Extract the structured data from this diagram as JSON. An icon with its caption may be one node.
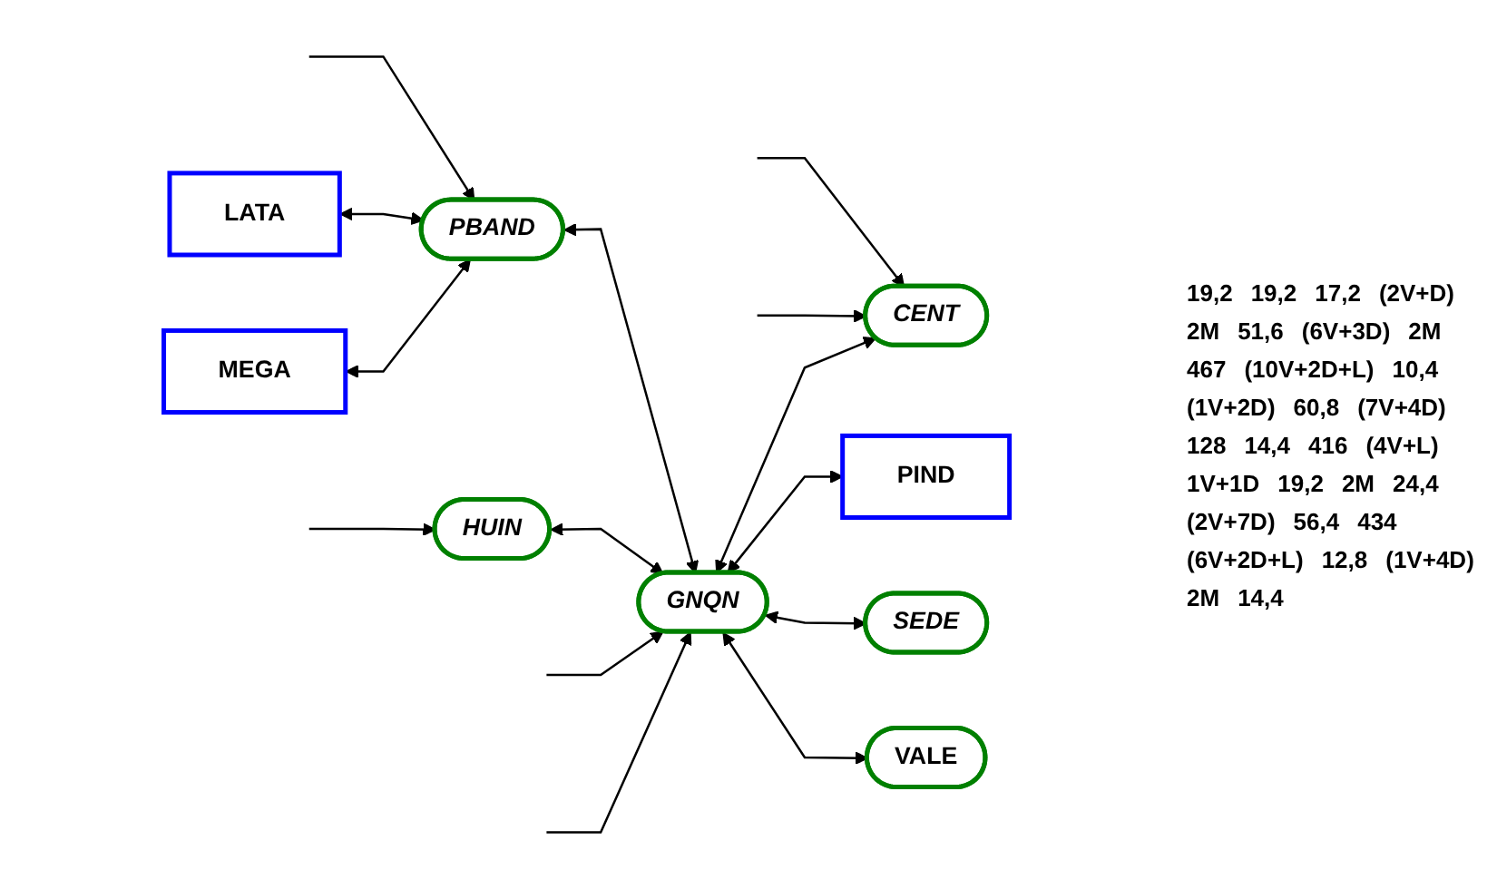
{
  "diagram": {
    "nodes": [
      {
        "text": [
          "LATA"
        ]
      },
      {
        "text": [
          "MEGA"
        ]
      },
      {
        "text": [
          "PBAND"
        ]
      },
      {
        "text": [
          "CENT"
        ]
      },
      {
        "text": [
          "HUIN"
        ]
      },
      {
        "text": [
          "GNQN"
        ]
      },
      {
        "text": [
          "PIND"
        ]
      },
      {
        "text": [
          "VALE"
        ]
      },
      {
        "text": [
          "SEDE"
        ]
      }
    ],
    "edges": [
      {
        "from": null,
        "to": 2,
        "arrow": "to"
      },
      {
        "from": 0,
        "to": 2,
        "arrow": "both"
      },
      {
        "from": 1,
        "to": 2,
        "arrow": "both"
      },
      {
        "from": null,
        "to": 3,
        "arrow": "to"
      },
      {
        "from": null,
        "to": 3,
        "arrow": "to"
      },
      {
        "from": 2,
        "to": 5,
        "arrow": "both"
      },
      {
        "from": 5,
        "to": 3,
        "arrow": "both"
      },
      {
        "from": 4,
        "to": 5,
        "arrow": "both"
      },
      {
        "from": 5,
        "to": 6,
        "arrow": "both"
      },
      {
        "from": 5,
        "to": 8,
        "arrow": "both"
      },
      {
        "from": 5,
        "to": 7,
        "arrow": "both"
      },
      {
        "from": null,
        "to": 5,
        "arrow": "to"
      },
      {
        "from": null,
        "to": 5,
        "arrow": "to"
      },
      {
        "from": null,
        "to": 4,
        "arrow": "to"
      }
    ],
    "labels": [
      "19,2",
      "19,2",
      "17,2",
      "(2V+D)",
      "2M",
      "51,6",
      "(6V+3D)",
      "2M",
      "467",
      "(10V+2D+L)",
      "10,4",
      "(1V+2D)",
      "60,8",
      "(7V+4D)",
      "128",
      "14,4",
      "416",
      "(4V+L)",
      "1V+1D",
      "19,2",
      "2M",
      "24,4",
      "(2V+7D)",
      "56,4",
      "434",
      "(6V+2D+L)",
      "12,8",
      "(1V+4D)",
      "2M",
      "14,4"
    ]
  }
}
